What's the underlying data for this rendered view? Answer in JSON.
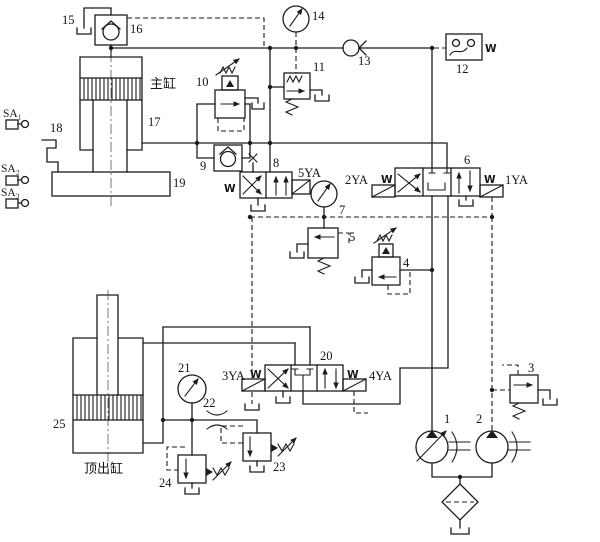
{
  "diagram": {
    "type": "hydraulic-circuit-schematic",
    "background": "#ffffff",
    "line_color": "#1c1c1c"
  },
  "labels": {
    "c1": "1",
    "c2": "2",
    "c3": "3",
    "c4": "4",
    "c5": "5",
    "c6": "6",
    "c7": "7",
    "c8": "8",
    "c9": "9",
    "c10": "10",
    "c11": "11",
    "c12": "12",
    "c13": "13",
    "c14": "14",
    "c15": "15",
    "c16": "16",
    "c17": "17",
    "c18": "18",
    "c19": "19",
    "c20": "20",
    "c21": "21",
    "c22": "22",
    "c23": "23",
    "c24": "24",
    "c25": "25",
    "sa1": "SA₁",
    "sa2": "SA₂",
    "sa3": "SA₃",
    "ya1": "1YA",
    "ya2": "2YA",
    "ya3": "3YA",
    "ya4": "4YA",
    "ya5": "5YA",
    "w": "W",
    "main_cylinder": "主缸",
    "ejector_cylinder": "顶出缸"
  },
  "components": [
    {
      "id": "1",
      "name": "variable-displacement-pump"
    },
    {
      "id": "2",
      "name": "fixed-displacement-pump"
    },
    {
      "id": "3",
      "name": "relief-valve-pump2"
    },
    {
      "id": "4",
      "name": "pilot-relief-valve"
    },
    {
      "id": "5",
      "name": "pressure-valve"
    },
    {
      "id": "6",
      "name": "three-position-four-way-solenoid-valve-1YA-2YA"
    },
    {
      "id": "7",
      "name": "pressure-gauge"
    },
    {
      "id": "8",
      "name": "two-position-solenoid-valve-5YA"
    },
    {
      "id": "9",
      "name": "check-valve"
    },
    {
      "id": "10",
      "name": "pilot-operated-relief-valve"
    },
    {
      "id": "11",
      "name": "relief-valve"
    },
    {
      "id": "12",
      "name": "pressure-relay"
    },
    {
      "id": "13",
      "name": "check-valve"
    },
    {
      "id": "14",
      "name": "pressure-gauge"
    },
    {
      "id": "15",
      "name": "oil-tank"
    },
    {
      "id": "16",
      "name": "prefill-valve"
    },
    {
      "id": "17",
      "name": "main-cylinder"
    },
    {
      "id": "18",
      "name": "lever"
    },
    {
      "id": "19",
      "name": "worktable"
    },
    {
      "id": "20",
      "name": "three-position-four-way-solenoid-valve-3YA-4YA"
    },
    {
      "id": "21",
      "name": "pressure-gauge"
    },
    {
      "id": "22",
      "name": "gauge-isolator"
    },
    {
      "id": "23",
      "name": "relief-valve"
    },
    {
      "id": "24",
      "name": "relief-valve"
    },
    {
      "id": "25",
      "name": "ejector-cylinder"
    }
  ]
}
